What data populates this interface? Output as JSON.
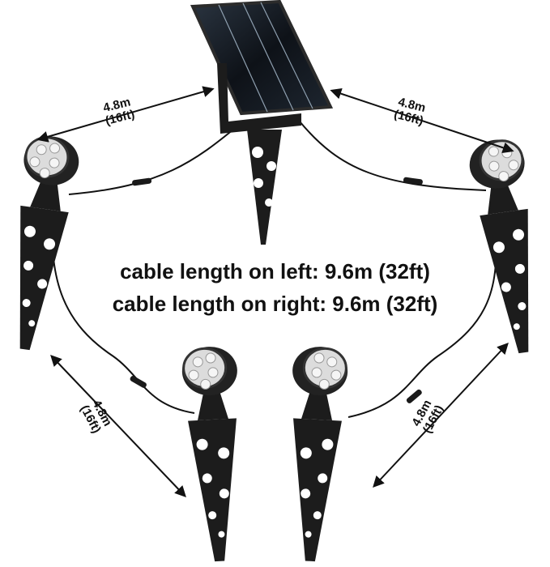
{
  "captions": {
    "left": "cable length on left: 9.6m (32ft)",
    "right": "cable length on right: 9.6m (32ft)"
  },
  "dimensions": [
    {
      "metric": "4.8m",
      "imperial": "(16ft)"
    },
    {
      "metric": "4.8m",
      "imperial": "(16ft)"
    },
    {
      "metric": "4.8m",
      "imperial": "(16ft)"
    },
    {
      "metric": "4.8m",
      "imperial": "(16ft)"
    }
  ],
  "colors": {
    "background": "#ffffff",
    "fixture": "#1c1c1c",
    "panel": "#101418",
    "text": "#111111"
  }
}
